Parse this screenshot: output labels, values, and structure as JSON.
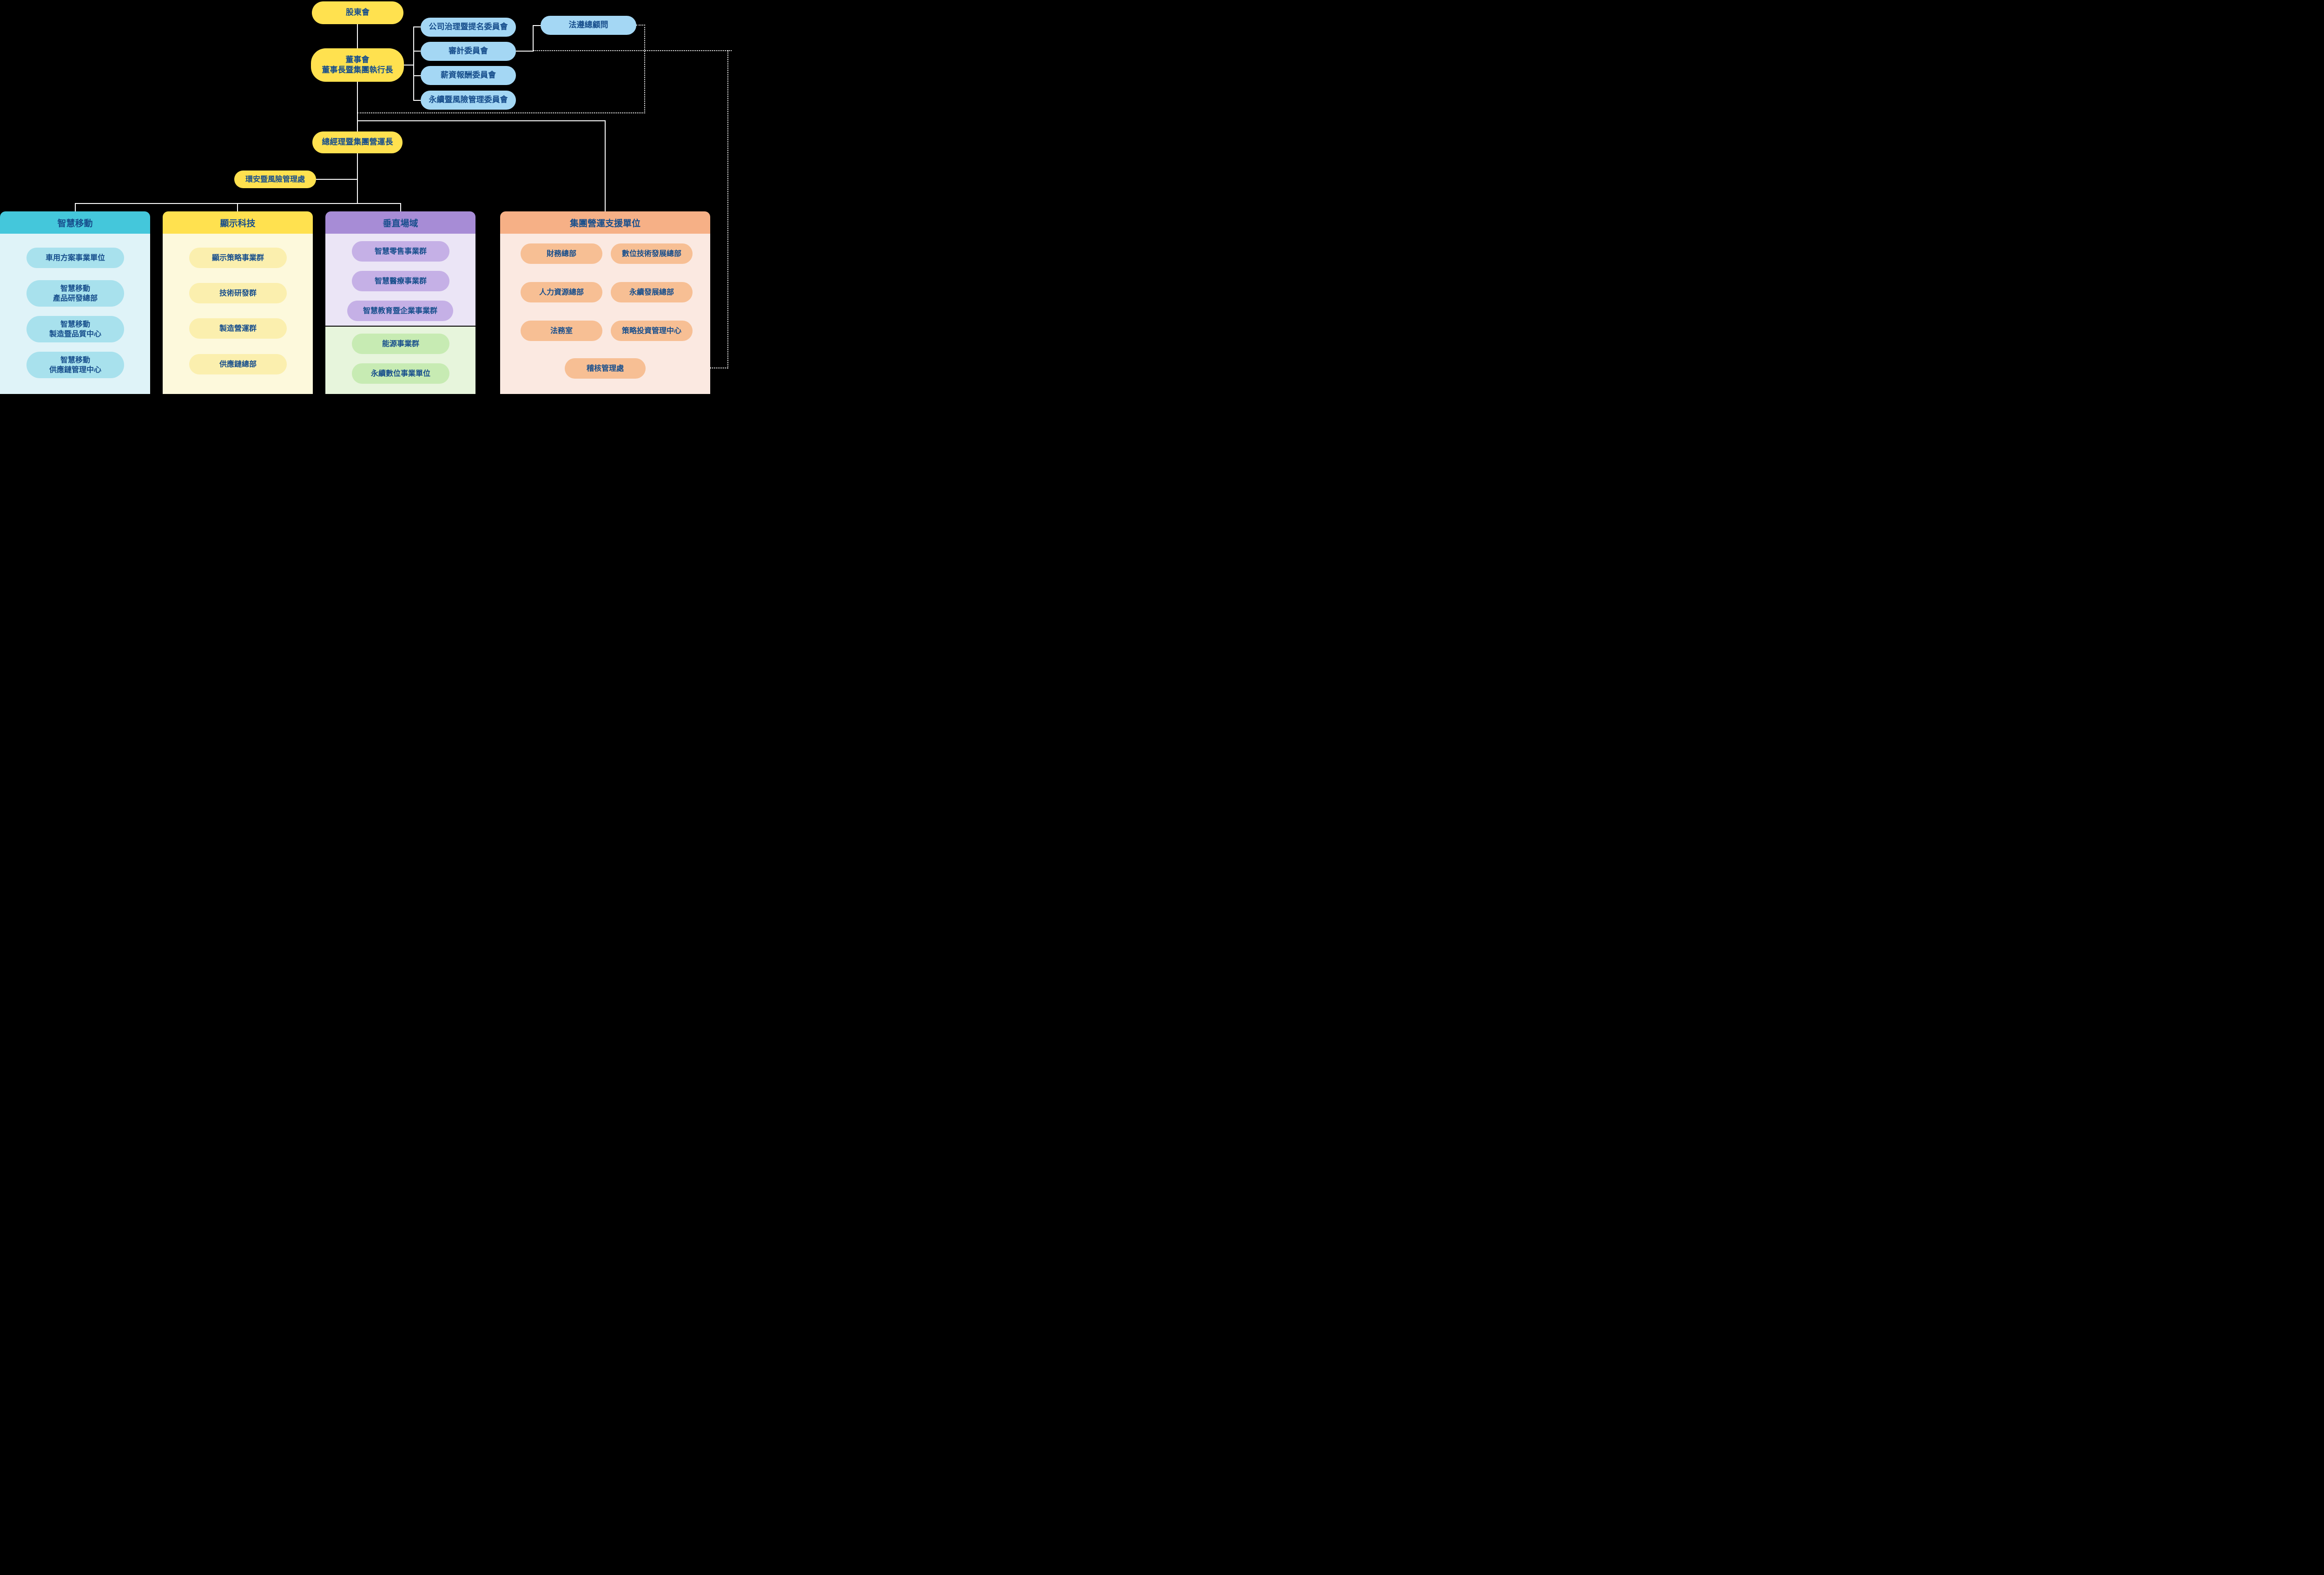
{
  "colors": {
    "background": "#000000",
    "line": "#FFFFFF",
    "text": "#174E8C",
    "yellow_node": "#FFE14F",
    "blue_node": "#A4D7F4",
    "cyan_header": "#44C7DB",
    "cyan_body": "#DFF3F8",
    "cyan_pill": "#A8E1ED",
    "yellow_body": "#FDF9DC",
    "yellow_pill": "#FBEFAE",
    "purple_header": "#A78CD6",
    "purple_body": "#EBE5F6",
    "purple_pill": "#C5B0E6",
    "green_body": "#E7F5DC",
    "green_pill": "#C7EBB3",
    "orange_header": "#F6B086",
    "orange_body": "#FBE9E1",
    "orange_pill": "#F7BF94"
  },
  "nodes": {
    "shareholders": "股東會",
    "board_line1": "董事會",
    "board_line2": "董事長暨集團執行長",
    "committees": [
      "公司治理暨提名委員會",
      "審計委員會",
      "薪資報酬委員會",
      "永續暨風險管理委員會"
    ],
    "compliance": "法遵總顧問",
    "coo": "總經理暨集團營運長",
    "ehs": "環安暨風險管理處"
  },
  "columns": [
    {
      "title": "智慧移動",
      "items": [
        {
          "line1": "車用方案事業單位"
        },
        {
          "line1": "智慧移動",
          "line2": "產品研發總部"
        },
        {
          "line1": "智慧移動",
          "line2": "製造暨品質中心"
        },
        {
          "line1": "智慧移動",
          "line2": "供應鏈管理中心"
        }
      ]
    },
    {
      "title": "顯示科技",
      "items": [
        {
          "line1": "顯示策略事業群"
        },
        {
          "line1": "技術研發群"
        },
        {
          "line1": "製造營運群"
        },
        {
          "line1": "供應鏈總部"
        }
      ]
    },
    {
      "title": "垂直場域",
      "items_purple": [
        {
          "line1": "智慧零售事業群"
        },
        {
          "line1": "智慧醫療事業群"
        },
        {
          "line1": "智慧教育暨企業事業群"
        }
      ],
      "items_green": [
        {
          "line1": "能源事業群"
        },
        {
          "line1": "永續數位事業單位"
        }
      ]
    },
    {
      "title": "集團營運支援單位",
      "items": [
        {
          "line1": "財務總部"
        },
        {
          "line1": "數位技術發展總部"
        },
        {
          "line1": "人力資源總部"
        },
        {
          "line1": "永續發展總部"
        },
        {
          "line1": "法務室"
        },
        {
          "line1": "策略投資管理中心"
        },
        {
          "line1": "稽核管理處"
        }
      ]
    }
  ]
}
